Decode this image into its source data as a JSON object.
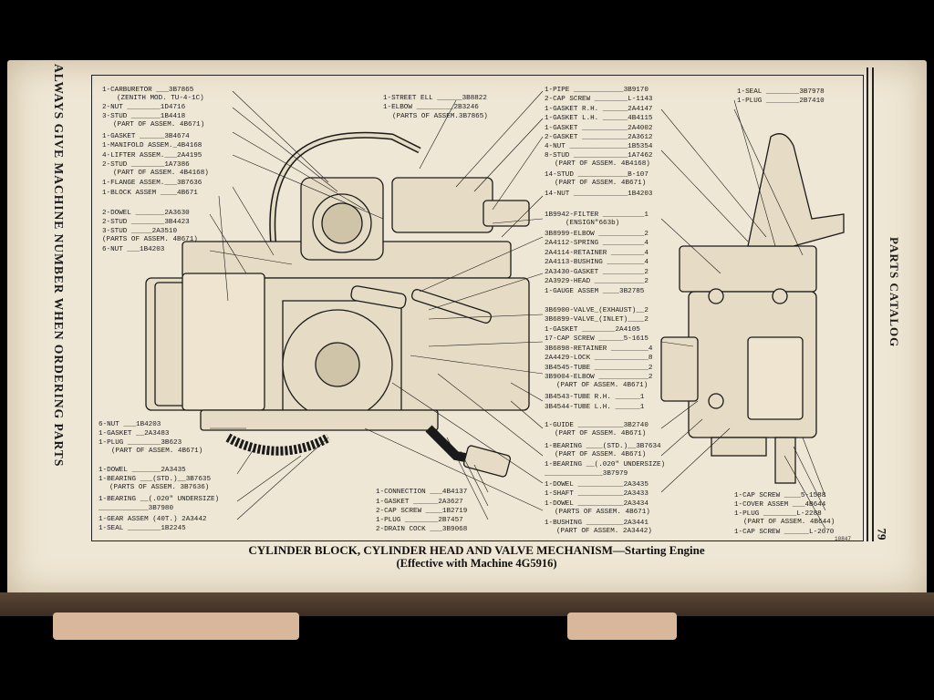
{
  "side_note": "ALWAYS GIVE MACHINE NUMBER WHEN ORDERING PARTS",
  "catalog_title": "PARTS CATALOG",
  "page_number": "79",
  "ref_number": "10847",
  "caption_line1": "CYLINDER BLOCK, CYLINDER HEAD AND VALVE MECHANISM—Starting Engine",
  "caption_line2": "(Effective with Machine 4G5916)",
  "labels_left": [
    "1-CARBURETOR ___3B7865",
    "(ZENITH MOD. TU-4-1C)",
    "2-NUT ________1D4716",
    "3-STUD _______1B4418",
    "(PART OF ASSEM. 4B671)",
    "1-GASKET ______3B4674",
    "1-MANIFOLD ASSEM._4B4168",
    "4-LIFTER ASSEM.___2A4195",
    "2-STUD ________1A7386",
    "(PART OF ASSEM. 4B4168)",
    "1-FLANGE ASSEM.___3B7636",
    "1-BLOCK ASSEM ____4B671",
    "2-DOWEL _______2A3630",
    "2-STUD ________3B4423",
    "3-STUD _____2A3510",
    "(PARTS OF ASSEM. 4B671)",
    "6-NUT ___1B4203"
  ],
  "labels_left_lower": [
    "6-NUT ___1B4203",
    "1-GASKET __2A3483",
    "1-PLUG ________3B623",
    "(PART OF ASSEM. 4B671)",
    "1-DOWEL _______2A3435",
    "1-BEARING ___(STD.)__3B7635",
    "(PARTS OF ASSEM. 3B7636)",
    "1-BEARING __(.020\" UNDERSIZE)",
    "____________3B7980",
    "1-GEAR ASSEM (40T.) 2A3442",
    "1-SEAL ________1B2245"
  ],
  "labels_top_center": [
    "1-STREET ELL ______3B8822",
    "1-ELBOW _________2B3246",
    "(PARTS OF ASSEM.3B7865)"
  ],
  "labels_bottom_center": [
    "1-CONNECTION ___4B4137",
    "1-GASKET ______2A3627",
    "2-CAP SCREW ____1B2719",
    "1-PLUG ________2B7457",
    "2-DRAIN COCK ___3B9068"
  ],
  "labels_right_center": [
    "1-PIPE ____________3B9170",
    "2-CAP SCREW ________L-1143",
    "1-GASKET R.H. ______2A4147",
    "1-GASKET L.H. ______4B4115",
    "1-GASKET ___________2A4002",
    "2-GASKET ___________2A3612",
    "4-NUT ______________1B5354",
    "8-STUD _____________1A7462",
    "(PART OF ASSEM. 4B4168)",
    "14-STUD ____________B-107",
    "(PART OF ASSEM. 4B671)",
    "14-NUT _____________1B4203",
    "1B9942-FILTER __________1",
    "(ENSIGN\"663b)",
    "3B8999-ELBOW ___________2",
    "2A4112-SPRING __________4",
    "2A4114-RETAINER ________4",
    "2A4113-BUSHING _________4",
    "2A3430-GASKET __________2",
    "2A3929-HEAD ____________2",
    "1-GAUGE ASSEM ____3B2785",
    "3B6900-VALVE_(EXHAUST)__2",
    "3B6899-VALVE_(INLET)____2",
    "1-GASKET ________2A4105",
    "17-CAP SCREW ______5-1615",
    "3B6898-RETAINER _________4",
    "2A4429-LOCK _____________8",
    "3B4545-TUBE _____________2",
    "3B9004-ELBOW ____________2",
    "(PART OF ASSEM. 4B671)",
    "3B4543-TUBE R.H. ______1",
    "3B4544-TUBE L.H. ______1",
    "1-GUIDE ___________3B2740",
    "(PART OF ASSEM. 4B671)",
    "1-BEARING ____(STD.)__3B7634",
    "(PART OF ASSEM. 4B671)",
    "1-BEARING __(.020\" UNDERSIZE)",
    "______________3B7979",
    "1-DOWEL ___________2A3435",
    "1-SHAFT ___________2A3433",
    "1-DOWEL ___________2A3434",
    "(PARTS OF ASSEM. 4B671)",
    "1-BUSHING _________2A3441",
    "(PART OF ASSEM. 2A3442)"
  ],
  "labels_top_right": [
    "1-SEAL ________3B7978",
    "1-PLUG ________2B7410"
  ],
  "labels_bottom_right": [
    "1-CAP SCREW ____5-1588",
    "1-COVER ASSEM ___4B644",
    "1-PLUG ________L-2288",
    "(PART OF ASSEM. 4B644)",
    "1-CAP SCREW ______L-2070"
  ],
  "colors": {
    "paper": "#efe7d5",
    "ink": "#1a1a1a",
    "background": "#000000"
  }
}
